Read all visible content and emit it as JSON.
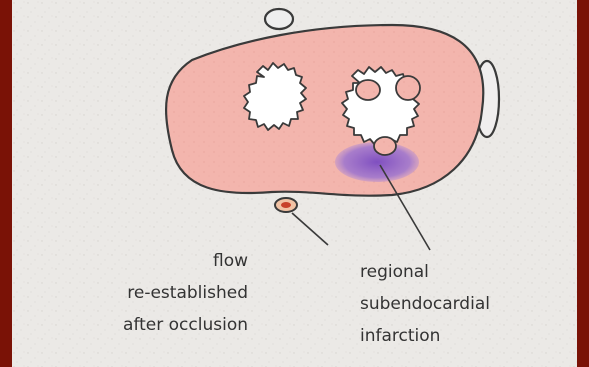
{
  "diagram": {
    "labels": {
      "flow": [
        "flow",
        "re-established",
        "after occlusion"
      ],
      "infarction": [
        "regional",
        "subendocardial",
        "infarction"
      ]
    },
    "colors": {
      "frame": "#7a1206",
      "background": "#ebe9e6",
      "myocardium": "#f3b5ad",
      "outline": "#3a3a3a",
      "infarct": "#8d61c9",
      "clot": "#c8412a",
      "vessel_fill": "#f1c2a4"
    }
  }
}
